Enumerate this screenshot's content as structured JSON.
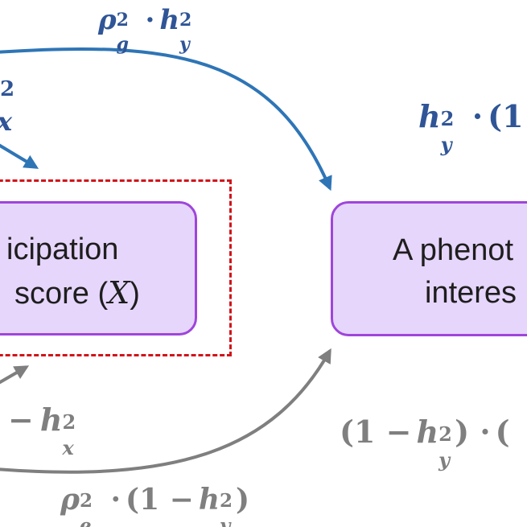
{
  "nodes": {
    "left_box": {
      "line1": "icipation",
      "line2_prefix": "score (",
      "line2_var": "X",
      "line2_suffix": ")"
    },
    "right_box": {
      "line1": "A phenot",
      "line2": "interes"
    }
  },
  "edges": {
    "top_arc": {
      "label_rho": "ρ",
      "label_rho_sub": "g",
      "label_rho_sup": "2",
      "label_dot": "·",
      "label_h": "h",
      "label_h_sub": "y",
      "label_h_sup": "2"
    },
    "bottom_arc": {
      "label_rho": "ρ",
      "label_rho_sub": "e",
      "label_rho_sup": "2",
      "label_dot": "·",
      "label_paren_open": "(1 −",
      "label_h": "h",
      "label_h_sub": "y",
      "label_h_sup": "2",
      "label_paren_close": ")"
    },
    "upper_left_arrow": {
      "label_sup": "2",
      "label_var": "x"
    },
    "lower_left_arrow": {
      "label_minus": "−",
      "label_h": "h",
      "label_h_sub": "x",
      "label_h_sup": "2"
    }
  },
  "annotations": {
    "right_top": {
      "h": "h",
      "h_sub": "y",
      "h_sup": "2",
      "dot": "·",
      "paren": "(1"
    },
    "right_bottom": {
      "paren_open": "(1 −",
      "h": "h",
      "h_sub": "y",
      "h_sup": "2",
      "close_dot": ") ·",
      "paren": "("
    }
  },
  "colors": {
    "blue": "#2f5597",
    "arrow_blue": "#2e75b6",
    "gray": "#7f7f7f",
    "box_fill": "#e6d6fb",
    "box_border": "#9f45db",
    "dashed_red": "#d0141a"
  }
}
